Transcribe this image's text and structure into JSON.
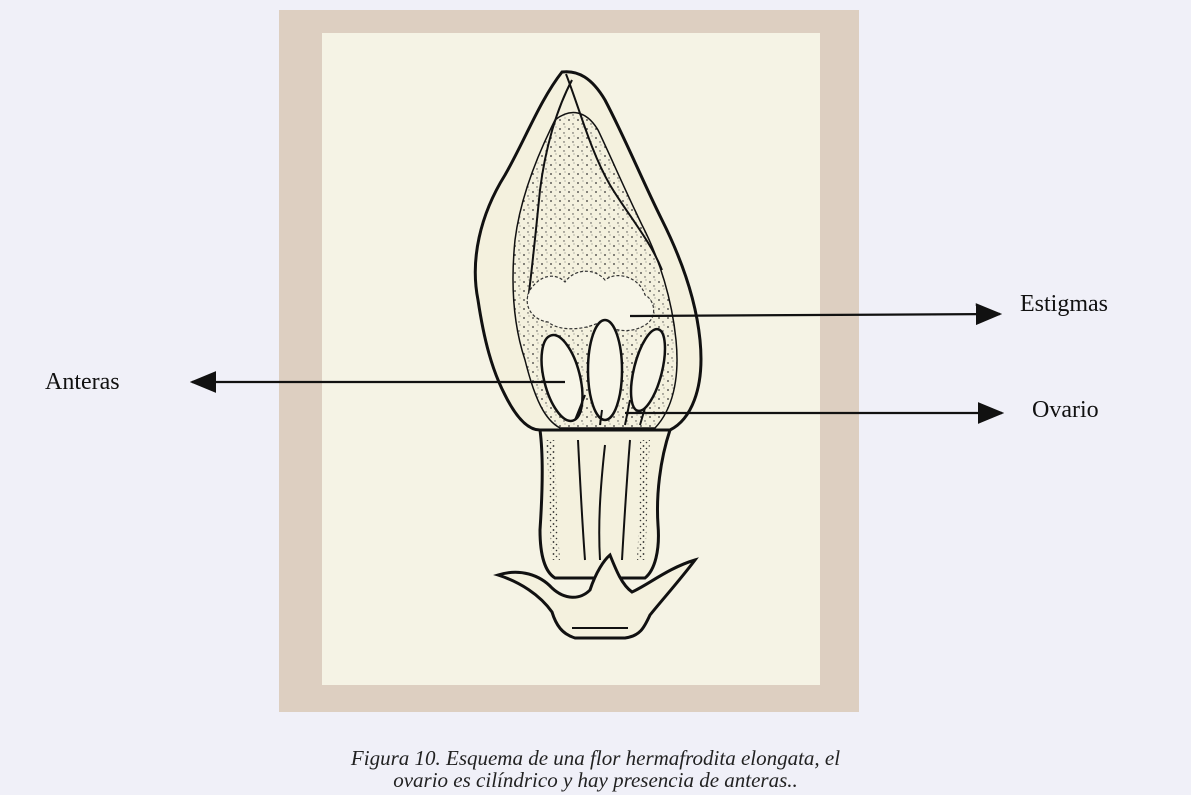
{
  "labels": {
    "estigmas": "Estigmas",
    "anteras": "Anteras",
    "ovario": "Ovario"
  },
  "caption": {
    "line1": "Figura 10. Esquema de una flor hermafrodita elongata, el",
    "line2": "ovario es cilíndrico y hay presencia de anteras.."
  },
  "colors": {
    "background": "#f0f0f8",
    "frame": "#ddcfc1",
    "panel": "#f5f3e5",
    "ink": "#111111"
  }
}
